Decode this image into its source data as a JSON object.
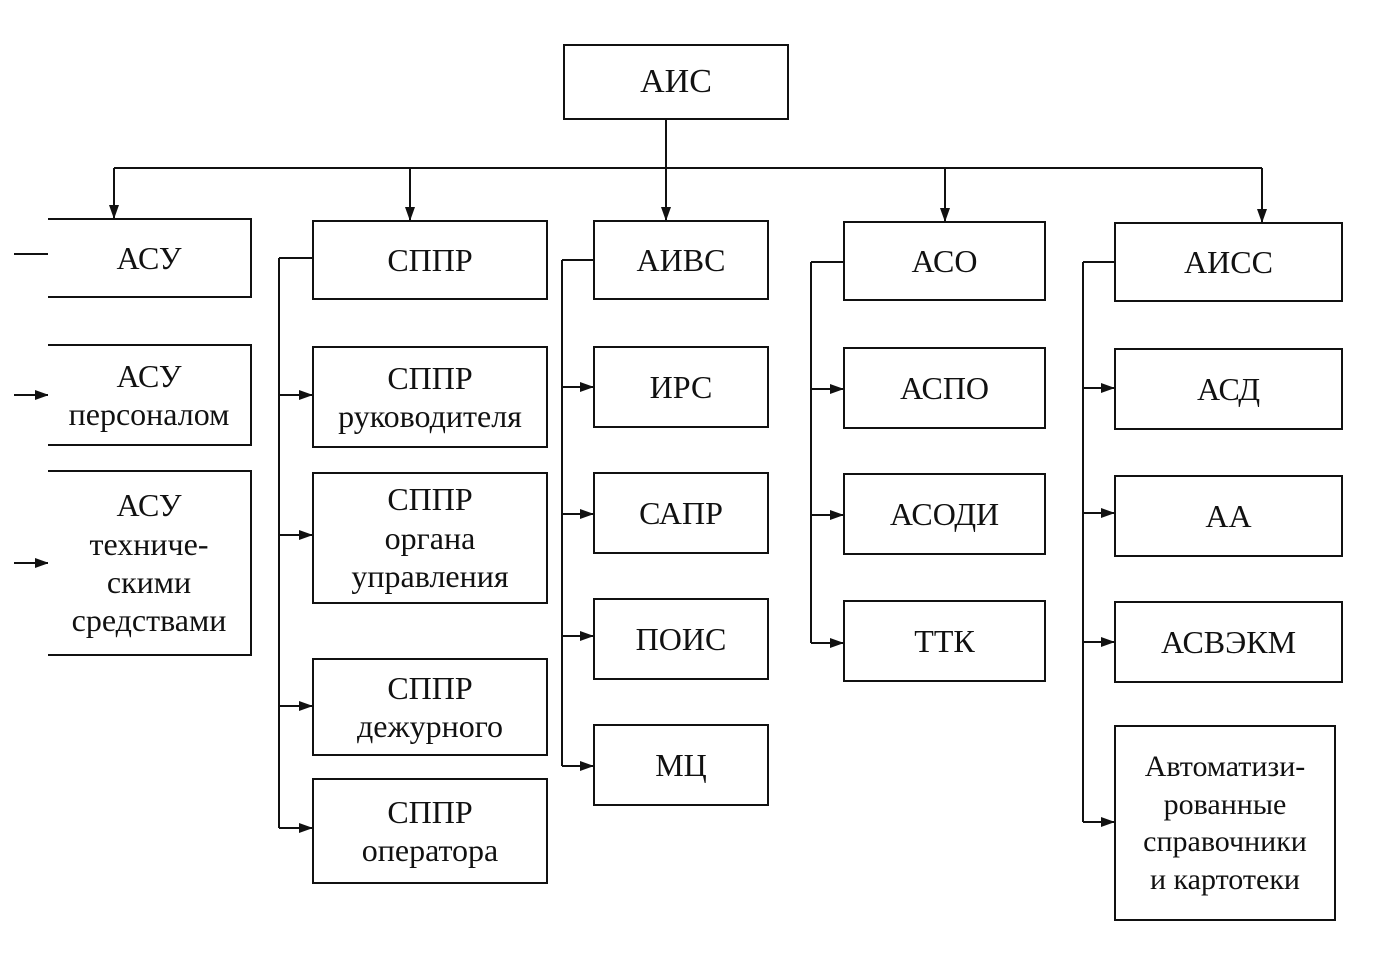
{
  "root": {
    "label": "АИС"
  },
  "groups": [
    {
      "head": "АСУ",
      "children": [
        "АСУ\nперсоналом",
        "АСУ\nтехниче-\nскими\nсредствами"
      ]
    },
    {
      "head": "СППР",
      "children": [
        "СППР\nруководителя",
        "СППР\nоргана\nуправления",
        "СППР\nдежурного",
        "СППР\nоператора"
      ]
    },
    {
      "head": "АИВС",
      "children": [
        "ИРС",
        "САПР",
        "ПОИС",
        "МЦ"
      ]
    },
    {
      "head": "АСО",
      "children": [
        "АСПО",
        "АСОДИ",
        "ТТК"
      ]
    },
    {
      "head": "АИСС",
      "children": [
        "АСД",
        "АА",
        "АСВЭКМ",
        "Автоматизи-\nрованные\nсправочники\nи картотеки"
      ]
    }
  ]
}
